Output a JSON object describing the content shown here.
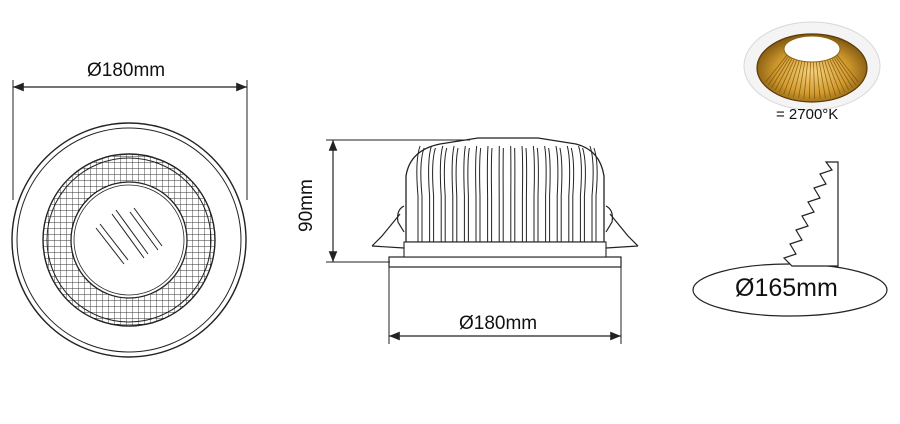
{
  "labels": {
    "top_diameter": "Ø180mm",
    "height": "90mm",
    "side_diameter": "Ø180mm",
    "cutout_diameter": "Ø165mm",
    "color_temperature": "= 2700°K"
  },
  "colors": {
    "line": "#222222",
    "reflector_gold_dark": "#7a5510",
    "reflector_gold_light": "#f2c35a",
    "trim_white": "#f4f4f4"
  }
}
